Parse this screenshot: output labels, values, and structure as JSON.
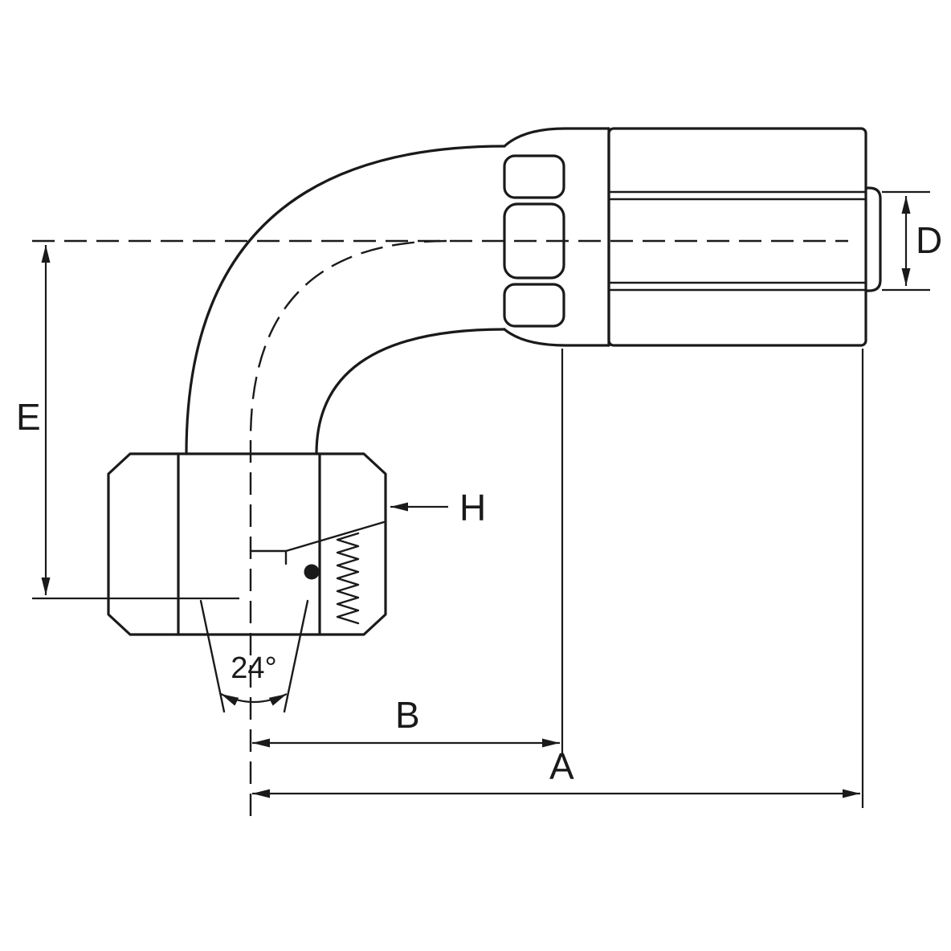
{
  "diagram": {
    "labels": {
      "a": "A",
      "b": "B",
      "d": "D",
      "e": "E",
      "h": "H",
      "cone_angle": "24°"
    },
    "colors": {
      "line": "#1a1a1a",
      "background": "#ffffff"
    }
  }
}
